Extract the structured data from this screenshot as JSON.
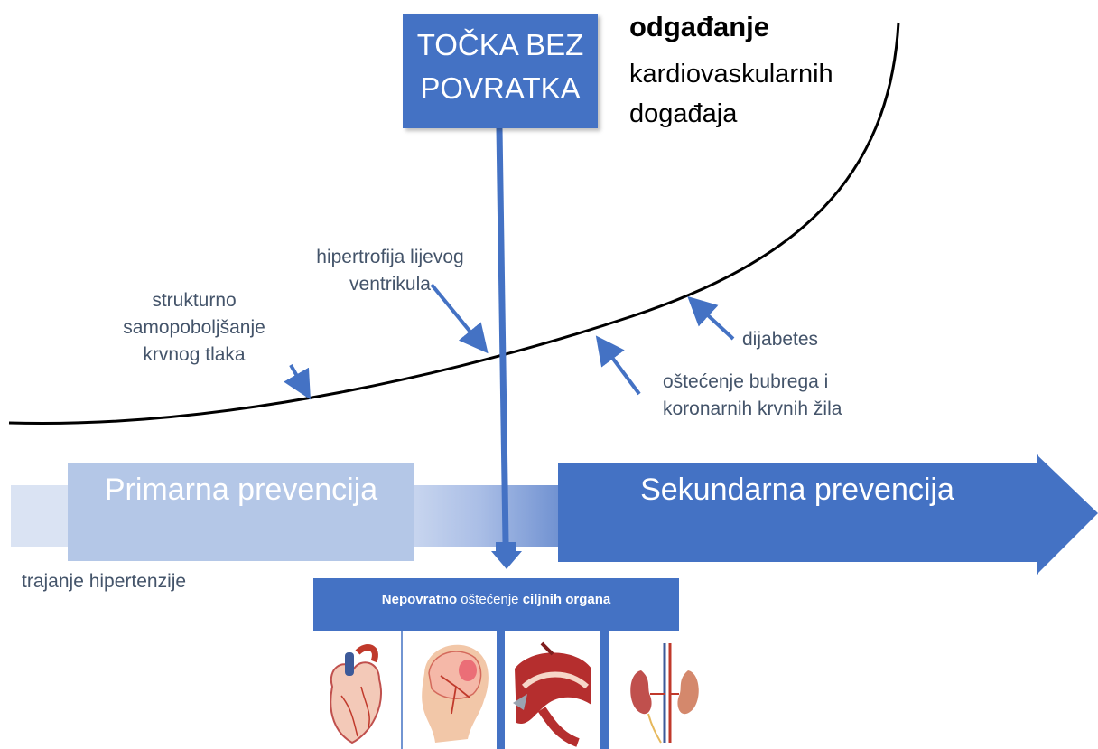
{
  "point_of_no_return": {
    "line1": "TOČKA BEZ",
    "line2": "POVRATKA"
  },
  "delay": {
    "title": "odgađanje",
    "line1": "kardiovaskularnih",
    "line2": "događaja"
  },
  "annotations": {
    "bp": {
      "line1": "strukturno",
      "line2": "samopoboljšanje",
      "line3": "krvnog tlaka"
    },
    "lvh": {
      "line1": "hipertrofija lijevog",
      "line2": "ventrikula"
    },
    "diabetes": "dijabetes",
    "kidney": {
      "line1": "oštećenje bubrega i",
      "line2": "koronarnih krvnih žila"
    }
  },
  "prevention": {
    "primary": "Primarna prevencija",
    "secondary": "Sekundarna prevencija"
  },
  "duration_label": "trajanje hipertenzije",
  "organ_damage": {
    "part1": "Nepovratno",
    "part2": " oštećenje ",
    "part3": "ciljnih organa"
  },
  "organs": [
    "heart-icon",
    "brain-icon",
    "artery-icon",
    "kidney-icon"
  ],
  "colors": {
    "accent_blue": "#4472c4",
    "light_blue": "#b4c7e7",
    "pale_blue": "#dae3f3",
    "text_slate": "#44546a"
  }
}
